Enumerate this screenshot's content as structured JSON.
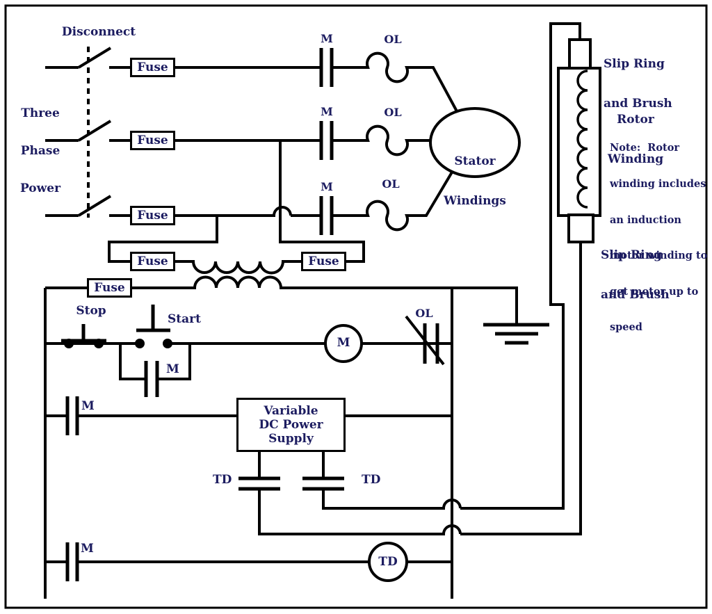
{
  "colors": {
    "wire": "#000000",
    "label": "#1c1c60",
    "background": "#ffffff"
  },
  "power_circuit": {
    "disconnect_label": "Disconnect",
    "source_label_lines": [
      "Three",
      "Phase",
      "Power"
    ],
    "fuse_label": "Fuse",
    "contactor_contact_label": "M",
    "overload_label": "OL",
    "stator_label_lines": [
      "Stator",
      "Windings"
    ]
  },
  "rotor_circuit": {
    "slip_ring_top_lines": [
      "Slip Ring",
      "and Brush"
    ],
    "rotor_winding_lines": [
      "Rotor",
      "Winding"
    ],
    "note_lines": [
      "Note:  Rotor",
      "winding includes",
      "an induction",
      "motor winding to",
      "get motor up to",
      "speed"
    ],
    "slip_ring_bottom_lines": [
      "Slip Ring",
      "and Brush"
    ]
  },
  "control_circuit": {
    "stop_label": "Stop",
    "start_label": "Start",
    "seal_in_contact_label": "M",
    "motor_coil_label": "M",
    "overload_contact_label": "OL",
    "dc_supply_lines": [
      "Variable",
      "DC Power",
      "Supply"
    ],
    "td_contact_left_label": "TD",
    "td_contact_right_label": "TD",
    "m_contact_rung2_label": "M",
    "m_contact_rung3_label": "M",
    "td_coil_label": "TD"
  }
}
